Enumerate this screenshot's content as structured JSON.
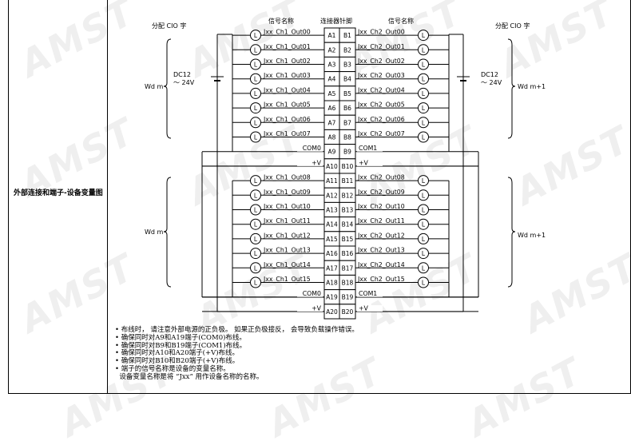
{
  "row_label": "外部连接和端子-设备变量图",
  "headers": {
    "alloc_left": "分配 CIO 字",
    "alloc_right": "分配 CIO 字",
    "signal_left": "信号名称",
    "pin": "连接器针脚",
    "signal_right": "信号名称"
  },
  "words": {
    "left": "Wd m",
    "right": "Wd m+1"
  },
  "supply": {
    "voltage": "DC12",
    "range": "～ 24V"
  },
  "lamp_symbol": "L",
  "rows": [
    {
      "left": "Jxx_Ch1_Out00",
      "a": "A1",
      "b": "B1",
      "right": "Jxx_Ch2_Out00",
      "lamp": true
    },
    {
      "left": "Jxx_Ch1_Out01",
      "a": "A2",
      "b": "B2",
      "right": "Jxx_Ch2_Out01",
      "lamp": true
    },
    {
      "left": "Jxx_Ch1_Out02",
      "a": "A3",
      "b": "B3",
      "right": "Jxx_Ch2_Out02",
      "lamp": true
    },
    {
      "left": "Jxx_Ch1_Out03",
      "a": "A4",
      "b": "B4",
      "right": "Jxx_Ch2_Out03",
      "lamp": true
    },
    {
      "left": "Jxx_Ch1_Out04",
      "a": "A5",
      "b": "B5",
      "right": "Jxx_Ch2_Out04",
      "lamp": true
    },
    {
      "left": "Jxx_Ch1_Out05",
      "a": "A6",
      "b": "B6",
      "right": "Jxx_Ch2_Out05",
      "lamp": true
    },
    {
      "left": "Jxx_Ch1_Out06",
      "a": "A7",
      "b": "B7",
      "right": "Jxx_Ch2_Out06",
      "lamp": true
    },
    {
      "left": "Jxx_Ch1_Out07",
      "a": "A8",
      "b": "B8",
      "right": "Jxx_Ch2_Out07",
      "lamp": true
    },
    {
      "left": "COM0",
      "a": "A9",
      "b": "B9",
      "right": "COM1",
      "lamp": false
    },
    {
      "left": "+V",
      "a": "A10",
      "b": "B10",
      "right": "+V",
      "lamp": false
    },
    {
      "left": "Jxx_Ch1_Out08",
      "a": "A11",
      "b": "B11",
      "right": "Jxx_Ch2_Out08",
      "lamp": true
    },
    {
      "left": "Jxx_Ch1_Out09",
      "a": "A12",
      "b": "B12",
      "right": "Jxx_Ch2_Out09",
      "lamp": true
    },
    {
      "left": "Jxx_Ch1_Out10",
      "a": "A13",
      "b": "B13",
      "right": "Jxx_Ch2_Out10",
      "lamp": true
    },
    {
      "left": "Jxx_Ch1_Out11",
      "a": "A14",
      "b": "B14",
      "right": "Jxx_Ch2_Out11",
      "lamp": true
    },
    {
      "left": "Jxx_Ch1_Out12",
      "a": "A15",
      "b": "B15",
      "right": "Jxx_Ch2_Out12",
      "lamp": true
    },
    {
      "left": "Jxx_Ch1_Out13",
      "a": "A16",
      "b": "B16",
      "right": "Jxx_Ch2_Out13",
      "lamp": true
    },
    {
      "left": "Jxx_Ch1_Out14",
      "a": "A17",
      "b": "B17",
      "right": "Jxx_Ch2_Out14",
      "lamp": true
    },
    {
      "left": "Jxx_Ch1_Out15",
      "a": "A18",
      "b": "B18",
      "right": "Jxx_Ch2_Out15",
      "lamp": true
    },
    {
      "left": "COM0",
      "a": "A19",
      "b": "B19",
      "right": "COM1",
      "lamp": false
    },
    {
      "left": "+V",
      "a": "A20",
      "b": "B20",
      "right": "+V",
      "lamp": false
    }
  ],
  "notes": [
    "• 布线时， 请注意外部电源的正负极。 如果正负极接反， 会导致负载操作错误。",
    "• 确保同时对A9和A19端子(COM0)布线。",
    "• 确保同时对B9和B19端子(COM1)布线。",
    "• 确保同时对A10和A20端子(+V)布线。",
    "• 确保同时对B10和B20端子(+V)布线。",
    "• 端子的信号名称是设备的变量名称。",
    "  设备变量名称是将 “Jxx” 用作设备名称的名称。"
  ],
  "watermark": "AMST"
}
